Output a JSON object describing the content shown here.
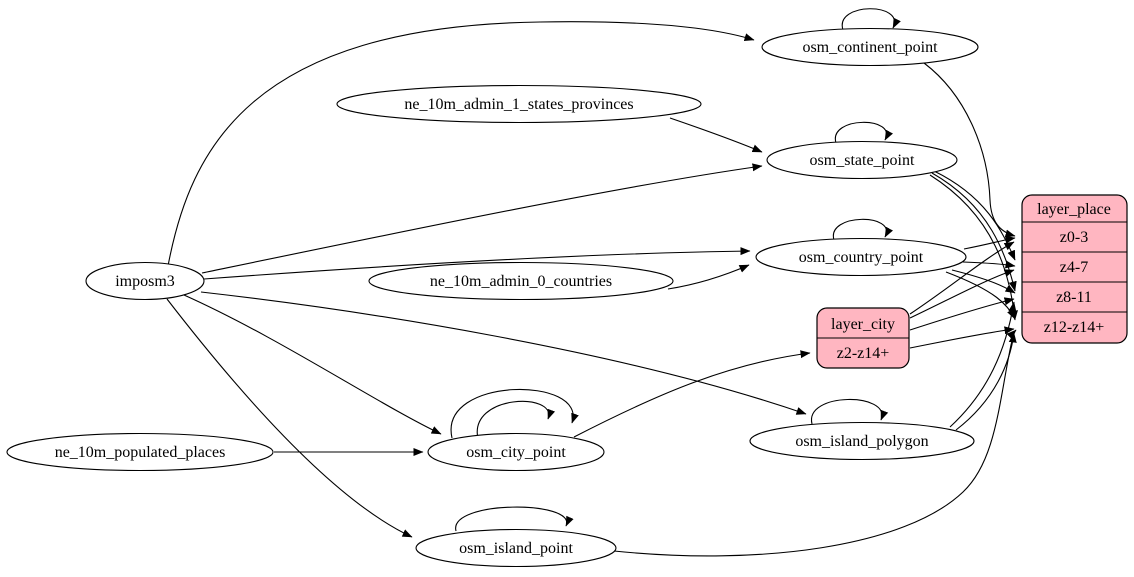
{
  "diagram": {
    "kind": "etl-flow-graph",
    "colors": {
      "background": "#ffffff",
      "node_fill": "#ffffff",
      "record_fill": "#ffb6c1",
      "stroke": "#000000"
    },
    "nodes": {
      "imposm3": {
        "label": "imposm3",
        "shape": "ellipse"
      },
      "ne_10m_admin_1_states_provinces": {
        "label": "ne_10m_admin_1_states_provinces",
        "shape": "ellipse"
      },
      "ne_10m_admin_0_countries": {
        "label": "ne_10m_admin_0_countries",
        "shape": "ellipse"
      },
      "ne_10m_populated_places": {
        "label": "ne_10m_populated_places",
        "shape": "ellipse"
      },
      "osm_continent_point": {
        "label": "osm_continent_point",
        "shape": "ellipse"
      },
      "osm_state_point": {
        "label": "osm_state_point",
        "shape": "ellipse"
      },
      "osm_country_point": {
        "label": "osm_country_point",
        "shape": "ellipse"
      },
      "osm_city_point": {
        "label": "osm_city_point",
        "shape": "ellipse"
      },
      "osm_island_polygon": {
        "label": "osm_island_polygon",
        "shape": "ellipse"
      },
      "osm_island_point": {
        "label": "osm_island_point",
        "shape": "ellipse"
      },
      "layer_city": {
        "title": "layer_city",
        "rows": [
          "z2-z14+"
        ],
        "shape": "record"
      },
      "layer_place": {
        "title": "layer_place",
        "rows": [
          "z0-3",
          "z4-7",
          "z8-11",
          "z12-z14+"
        ],
        "shape": "record"
      }
    },
    "edges": [
      {
        "from": "imposm3",
        "to": "osm_continent_point"
      },
      {
        "from": "imposm3",
        "to": "osm_state_point"
      },
      {
        "from": "imposm3",
        "to": "osm_country_point"
      },
      {
        "from": "imposm3",
        "to": "osm_city_point"
      },
      {
        "from": "imposm3",
        "to": "osm_island_polygon"
      },
      {
        "from": "imposm3",
        "to": "osm_island_point"
      },
      {
        "from": "ne_10m_admin_1_states_provinces",
        "to": "osm_state_point"
      },
      {
        "from": "ne_10m_admin_0_countries",
        "to": "osm_country_point"
      },
      {
        "from": "ne_10m_populated_places",
        "to": "osm_city_point"
      },
      {
        "from": "osm_continent_point",
        "to": "osm_continent_point"
      },
      {
        "from": "osm_state_point",
        "to": "osm_state_point"
      },
      {
        "from": "osm_country_point",
        "to": "osm_country_point"
      },
      {
        "from": "osm_city_point",
        "to": "osm_city_point"
      },
      {
        "from": "osm_city_point",
        "to": "osm_city_point"
      },
      {
        "from": "osm_island_polygon",
        "to": "osm_island_polygon"
      },
      {
        "from": "osm_island_point",
        "to": "osm_island_point"
      },
      {
        "from": "osm_continent_point",
        "to": "layer_place:z0-3"
      },
      {
        "from": "osm_state_point",
        "to": "layer_place:z4-7"
      },
      {
        "from": "osm_state_point",
        "to": "layer_place:z8-11"
      },
      {
        "from": "osm_state_point",
        "to": "layer_place:z12-z14+"
      },
      {
        "from": "osm_country_point",
        "to": "layer_place:z0-3"
      },
      {
        "from": "osm_country_point",
        "to": "layer_place:z4-7"
      },
      {
        "from": "osm_country_point",
        "to": "layer_place:z8-11"
      },
      {
        "from": "osm_country_point",
        "to": "layer_place:z12-z14+"
      },
      {
        "from": "osm_city_point",
        "to": "layer_city:z2-z14+"
      },
      {
        "from": "layer_city",
        "to": "layer_place:z0-3"
      },
      {
        "from": "layer_city",
        "to": "layer_place:z4-7"
      },
      {
        "from": "layer_city",
        "to": "layer_place:z8-11"
      },
      {
        "from": "layer_city",
        "to": "layer_place:z12-z14+"
      },
      {
        "from": "osm_island_polygon",
        "to": "layer_place:z8-11"
      },
      {
        "from": "osm_island_polygon",
        "to": "layer_place:z12-z14+"
      },
      {
        "from": "osm_island_point",
        "to": "layer_place:z12-z14+"
      }
    ]
  }
}
